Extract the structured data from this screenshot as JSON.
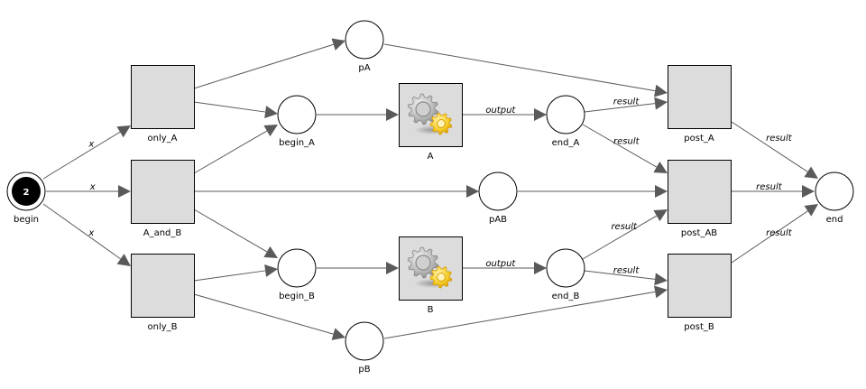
{
  "diagram": {
    "type": "petri-net",
    "colors": {
      "transition_fill": "#dcdcdc",
      "stroke": "#000000",
      "arc": "#5a5a5a",
      "token": "#000000",
      "background": "#ffffff"
    },
    "places": [
      {
        "id": "begin",
        "label": "begin",
        "tokens": "2",
        "initial": true
      },
      {
        "id": "pA",
        "label": "pA"
      },
      {
        "id": "begin_A",
        "label": "begin_A"
      },
      {
        "id": "pAB",
        "label": "pAB"
      },
      {
        "id": "begin_B",
        "label": "begin_B"
      },
      {
        "id": "pB",
        "label": "pB"
      },
      {
        "id": "end_A",
        "label": "end_A"
      },
      {
        "id": "end_B",
        "label": "end_B"
      },
      {
        "id": "end",
        "label": "end"
      }
    ],
    "transitions": [
      {
        "id": "only_A",
        "label": "only_A"
      },
      {
        "id": "A_and_B",
        "label": "A_and_B"
      },
      {
        "id": "only_B",
        "label": "only_B"
      },
      {
        "id": "A",
        "label": "A",
        "icon": "gears-icon"
      },
      {
        "id": "B",
        "label": "B",
        "icon": "gears-icon"
      },
      {
        "id": "post_A",
        "label": "post_A"
      },
      {
        "id": "post_AB",
        "label": "post_AB"
      },
      {
        "id": "post_B",
        "label": "post_B"
      }
    ],
    "arcs": [
      {
        "from": "begin",
        "to": "only_A",
        "label": "x"
      },
      {
        "from": "begin",
        "to": "A_and_B",
        "label": "x"
      },
      {
        "from": "begin",
        "to": "only_B",
        "label": "x"
      },
      {
        "from": "only_A",
        "to": "pA",
        "label": ""
      },
      {
        "from": "only_A",
        "to": "begin_A",
        "label": ""
      },
      {
        "from": "A_and_B",
        "to": "begin_A",
        "label": ""
      },
      {
        "from": "A_and_B",
        "to": "pAB",
        "label": ""
      },
      {
        "from": "A_and_B",
        "to": "begin_B",
        "label": ""
      },
      {
        "from": "only_B",
        "to": "begin_B",
        "label": ""
      },
      {
        "from": "only_B",
        "to": "pB",
        "label": ""
      },
      {
        "from": "begin_A",
        "to": "A",
        "label": ""
      },
      {
        "from": "begin_B",
        "to": "B",
        "label": ""
      },
      {
        "from": "A",
        "to": "end_A",
        "label": "output"
      },
      {
        "from": "B",
        "to": "end_B",
        "label": "output"
      },
      {
        "from": "pA",
        "to": "post_A",
        "label": ""
      },
      {
        "from": "end_A",
        "to": "post_A",
        "label": "result"
      },
      {
        "from": "end_A",
        "to": "post_AB",
        "label": "result"
      },
      {
        "from": "pAB",
        "to": "post_AB",
        "label": ""
      },
      {
        "from": "end_B",
        "to": "post_AB",
        "label": "result"
      },
      {
        "from": "end_B",
        "to": "post_B",
        "label": "result"
      },
      {
        "from": "pB",
        "to": "post_B",
        "label": ""
      },
      {
        "from": "post_A",
        "to": "end",
        "label": "result"
      },
      {
        "from": "post_AB",
        "to": "end",
        "label": "result"
      },
      {
        "from": "post_B",
        "to": "end",
        "label": "result"
      }
    ]
  }
}
